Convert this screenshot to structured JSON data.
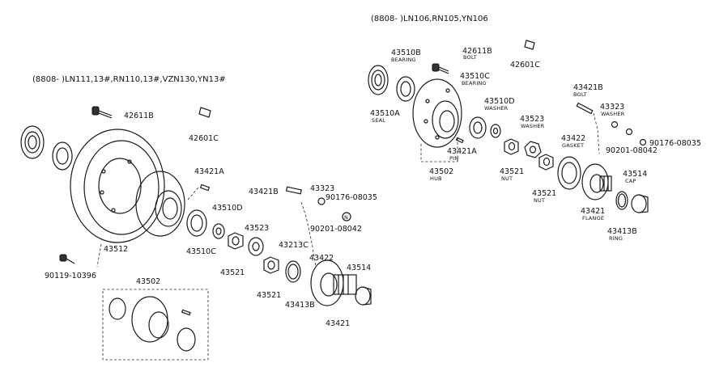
{
  "left": {
    "header": "(8808-      )LN111,13#,RN110,13#,VZN130,YN13#",
    "parts": {
      "p42611B": "42611B",
      "p42601C": "42601C",
      "p43421A": "43421A",
      "p43421B": "43421B",
      "p43323": "43323",
      "p90176": "90176-08035",
      "p90201": "90201-08042",
      "p43510D": "43510D",
      "p43523": "43523",
      "p43213C": "43213C",
      "p43422": "43422",
      "p43514": "43514",
      "p43512": "43512",
      "p43510C": "43510C",
      "p43521a": "43521",
      "p43521b": "43521",
      "p43413B": "43413B",
      "p43421": "43421",
      "p90119": "90119-10396",
      "p43502": "43502"
    }
  },
  "right": {
    "header": "(8808-      )LN106,RN105,YN106",
    "parts": {
      "p43510B": "43510B",
      "p43510B_sub": "BEARING",
      "p42611B": "42611B",
      "p42611B_sub": "BOLT",
      "p42601C": "42601C",
      "p43510C": "43510C",
      "p43510C_sub": "BEARING",
      "p43421B": "43421B",
      "p43421B_sub": "BOLT",
      "p43323": "43323",
      "p43323_sub": "WASHER",
      "p90176": "90176-08035",
      "p90201": "90201-08042",
      "p43510A": "43510A",
      "p43510A_sub": "SEAL",
      "p43510D": "43510D",
      "p43510D_sub": "WASHER",
      "p43523": "43523",
      "p43523_sub": "WASHER",
      "p43421A": "43421A",
      "p43421A_sub": "PIN",
      "p43422": "43422",
      "p43422_sub": "GASKET",
      "p43514": "43514",
      "p43514_sub": "CAP",
      "p43521a": "43521",
      "p43521a_sub": "NUT",
      "p43521b": "43521",
      "p43521b_sub": "NUT",
      "p43502": "43502",
      "p43502_sub": "HUB",
      "p43421": "43421",
      "p43421_sub": "FLANGE",
      "p43413B": "43413B",
      "p43413B_sub": "RING"
    }
  }
}
